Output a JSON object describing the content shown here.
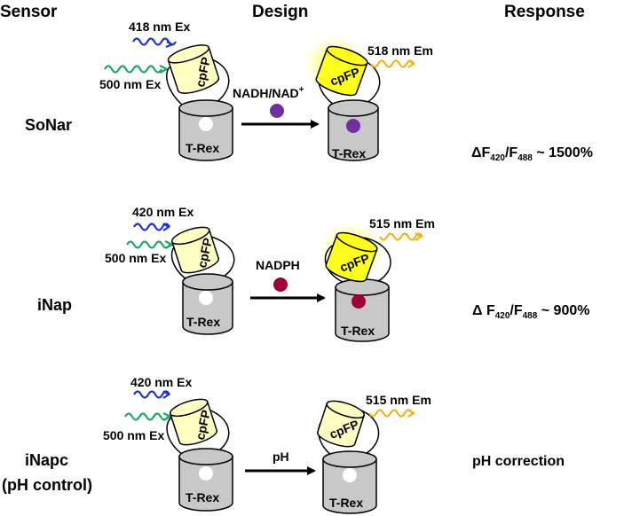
{
  "headers": {
    "sensor": "Sensor",
    "design": "Design",
    "response": "Response"
  },
  "labels": {
    "cpfp": "cpFP",
    "trex": "T-Rex"
  },
  "colors": {
    "ex_blue": "#1f2fd6",
    "ex_green": "#1aa864",
    "em_orange": "#f2b21a",
    "cpfp_dim": "#ffffc4",
    "cpfp_bright": "#ffff1e",
    "glow": "#ffff50",
    "trex_gray": "#c8c8c8",
    "nadh_purple": "#7030a0",
    "nadph_maroon": "#a00038"
  },
  "rows": [
    {
      "sensor": "SoNar",
      "ex1": "418 nm Ex",
      "ex2": "500 nm Ex",
      "em": "518 nm Em",
      "ligand_main": "NADH/NAD",
      "ligand_sup": "+",
      "response": {
        "delta": "ΔF",
        "sub1": "420",
        "slash": "/F",
        "sub2": "488",
        "tail": " ~ 1500%"
      }
    },
    {
      "sensor": "iNap",
      "ex1": "420 nm Ex",
      "ex2": "500 nm Ex",
      "em": "515 nm Em",
      "ligand_main": "NADPH",
      "ligand_sup": "",
      "response": {
        "delta": "Δ F",
        "sub1": "420",
        "slash": "/F",
        "sub2": "488",
        "tail": " ~ 900%"
      }
    },
    {
      "sensor": "iNapc",
      "sensor_line2": "(pH control)",
      "ex1": "420 nm Ex",
      "ex2": "500 nm Ex",
      "em": "515 nm Em",
      "ligand_main": "pH",
      "ligand_sup": "",
      "response_plain": "pH correction"
    }
  ]
}
